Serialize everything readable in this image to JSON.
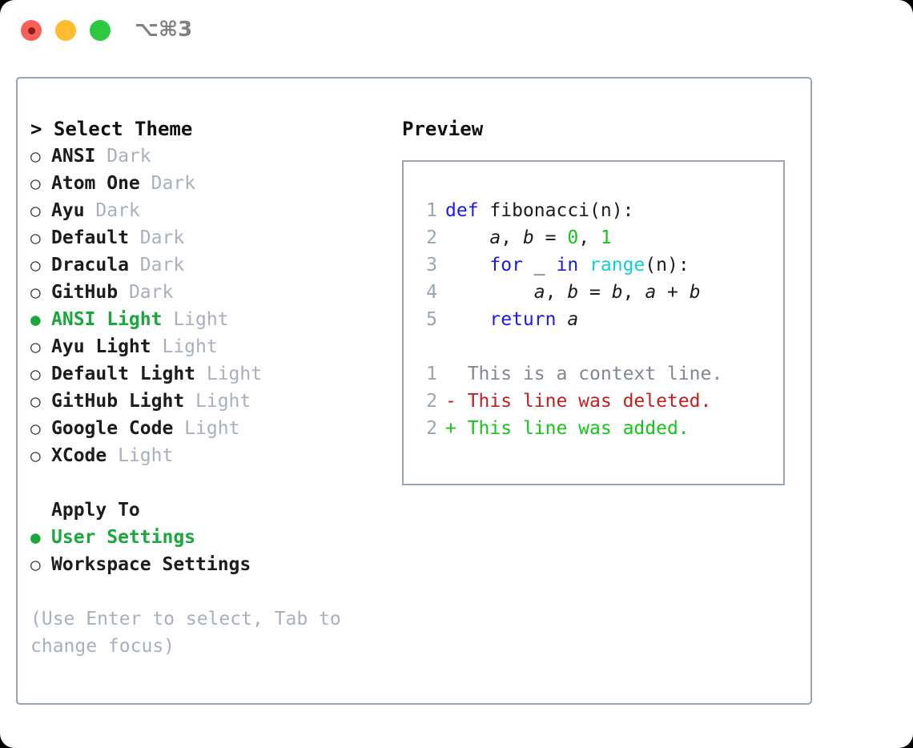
{
  "titlebar": {
    "shortcut": "⌥⌘3",
    "close_label": "close",
    "minimize_label": "minimize",
    "maximize_label": "maximize"
  },
  "theme_picker": {
    "heading": "> Select Theme",
    "options": [
      {
        "marker": "○",
        "label": "ANSI",
        "suffix": "Dark",
        "selected": false
      },
      {
        "marker": "○",
        "label": "Atom One",
        "suffix": "Dark",
        "selected": false
      },
      {
        "marker": "○",
        "label": "Ayu",
        "suffix": "Dark",
        "selected": false
      },
      {
        "marker": "○",
        "label": "Default",
        "suffix": "Dark",
        "selected": false
      },
      {
        "marker": "○",
        "label": "Dracula",
        "suffix": "Dark",
        "selected": false
      },
      {
        "marker": "○",
        "label": "GitHub",
        "suffix": "Dark",
        "selected": false
      },
      {
        "marker": "●",
        "label": "ANSI Light",
        "suffix": "Light",
        "selected": true
      },
      {
        "marker": "○",
        "label": "Ayu Light",
        "suffix": "Light",
        "selected": false
      },
      {
        "marker": "○",
        "label": "Default Light",
        "suffix": "Light",
        "selected": false
      },
      {
        "marker": "○",
        "label": "GitHub Light",
        "suffix": "Light",
        "selected": false
      },
      {
        "marker": "○",
        "label": "Google Code",
        "suffix": "Light",
        "selected": false
      },
      {
        "marker": "○",
        "label": "XCode",
        "suffix": "Light",
        "selected": false
      }
    ]
  },
  "apply_to": {
    "heading": "Apply To",
    "options": [
      {
        "marker": "●",
        "label": "User Settings",
        "selected": true
      },
      {
        "marker": "○",
        "label": "Workspace Settings",
        "selected": false
      }
    ]
  },
  "hint": "(Use Enter to select, Tab to change focus)",
  "preview": {
    "title": "Preview",
    "code": [
      {
        "num": "1",
        "tokens": [
          {
            "t": "def ",
            "c": "kw"
          },
          {
            "t": "fibonacci",
            "c": "fn"
          },
          {
            "t": "(n):",
            "c": "punct"
          }
        ]
      },
      {
        "num": "2",
        "tokens": [
          {
            "t": "    ",
            "c": "plain"
          },
          {
            "t": "a",
            "c": "var"
          },
          {
            "t": ", ",
            "c": "punct"
          },
          {
            "t": "b",
            "c": "var"
          },
          {
            "t": " = ",
            "c": "punct"
          },
          {
            "t": "0",
            "c": "num"
          },
          {
            "t": ", ",
            "c": "punct"
          },
          {
            "t": "1",
            "c": "num"
          }
        ]
      },
      {
        "num": "3",
        "tokens": [
          {
            "t": "    ",
            "c": "plain"
          },
          {
            "t": "for",
            "c": "kw"
          },
          {
            "t": " _ ",
            "c": "punct"
          },
          {
            "t": "in",
            "c": "kw"
          },
          {
            "t": " ",
            "c": "plain"
          },
          {
            "t": "range",
            "c": "builtin"
          },
          {
            "t": "(n):",
            "c": "punct"
          }
        ]
      },
      {
        "num": "4",
        "tokens": [
          {
            "t": "        ",
            "c": "plain"
          },
          {
            "t": "a",
            "c": "var"
          },
          {
            "t": ", ",
            "c": "punct"
          },
          {
            "t": "b",
            "c": "var"
          },
          {
            "t": " = ",
            "c": "punct"
          },
          {
            "t": "b",
            "c": "var"
          },
          {
            "t": ", ",
            "c": "punct"
          },
          {
            "t": "a",
            "c": "var"
          },
          {
            "t": " + ",
            "c": "punct"
          },
          {
            "t": "b",
            "c": "var"
          }
        ]
      },
      {
        "num": "5",
        "tokens": [
          {
            "t": "    ",
            "c": "plain"
          },
          {
            "t": "return",
            "c": "kw"
          },
          {
            "t": " ",
            "c": "plain"
          },
          {
            "t": "a",
            "c": "var"
          }
        ]
      }
    ],
    "diff": [
      {
        "num": "1",
        "sign": " ",
        "text": "This is a context line.",
        "kind": "ctx"
      },
      {
        "num": "2",
        "sign": "-",
        "text": "This line was deleted.",
        "kind": "del"
      },
      {
        "num": "2",
        "sign": "+",
        "text": "This line was added.",
        "kind": "add"
      }
    ]
  },
  "colors": {
    "accent_green": "#19a83c",
    "muted_gray": "#a8b0bd",
    "border": "#9aa5b2",
    "keyword_blue": "#1a1aef",
    "builtin_cyan": "#10d0d0",
    "number_green": "#16c41a",
    "diff_del_red": "#c02020",
    "diff_add_green": "#16c41a"
  }
}
